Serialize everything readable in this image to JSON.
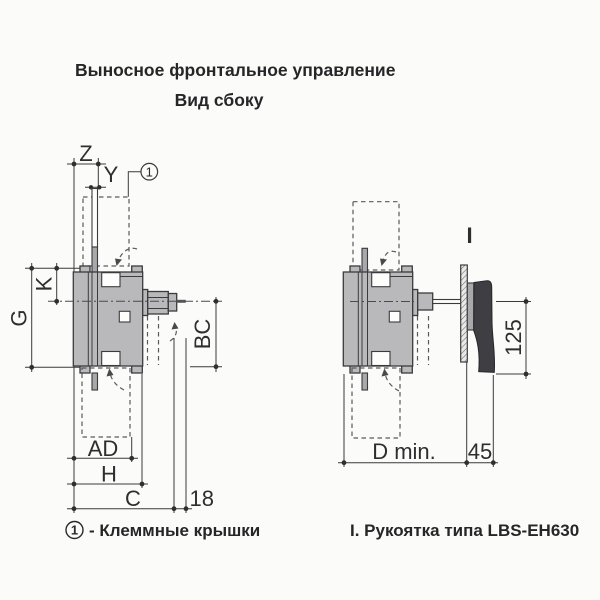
{
  "title": "Выносное фронтальное управление",
  "subtitle": "Вид сбоку",
  "colors": {
    "background": "#fbfbf9",
    "body_fill": "#b9b9bb",
    "handle_fill": "#3e3e43",
    "line": "#3b3b3e"
  },
  "left_view": {
    "callout": "1",
    "dims": {
      "Z": "Z",
      "Y": "Y",
      "K": "K",
      "G": "G",
      "BC": "BC",
      "AD": "AD",
      "H": "H",
      "C": "C",
      "shaft_protrusion": "18"
    }
  },
  "right_view": {
    "handle_label": "I",
    "dims": {
      "handle_height": "125",
      "depth_min": "D min.",
      "panel_to_handle": "45"
    }
  },
  "legend": {
    "marker": "1",
    "terminal_covers": "- Клеммные крышки",
    "handle_note": "I. Рукоятка типа LBS-EH630"
  }
}
